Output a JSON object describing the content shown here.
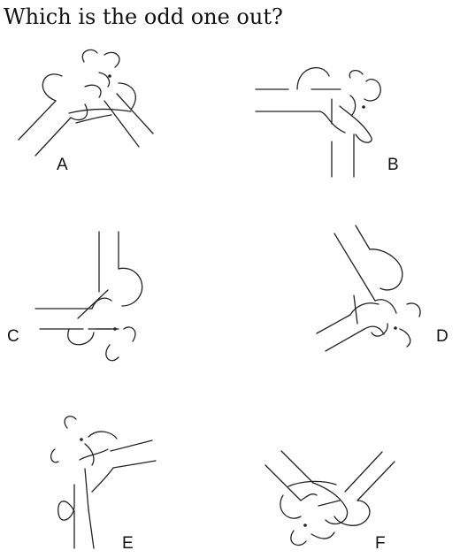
{
  "question": "Which is the odd one out?",
  "options": [
    {
      "label": "A"
    },
    {
      "label": "B"
    },
    {
      "label": "C"
    },
    {
      "label": "D"
    },
    {
      "label": "E"
    },
    {
      "label": "F"
    }
  ],
  "colors": {
    "ink": "#222222",
    "background": "#ffffff"
  }
}
